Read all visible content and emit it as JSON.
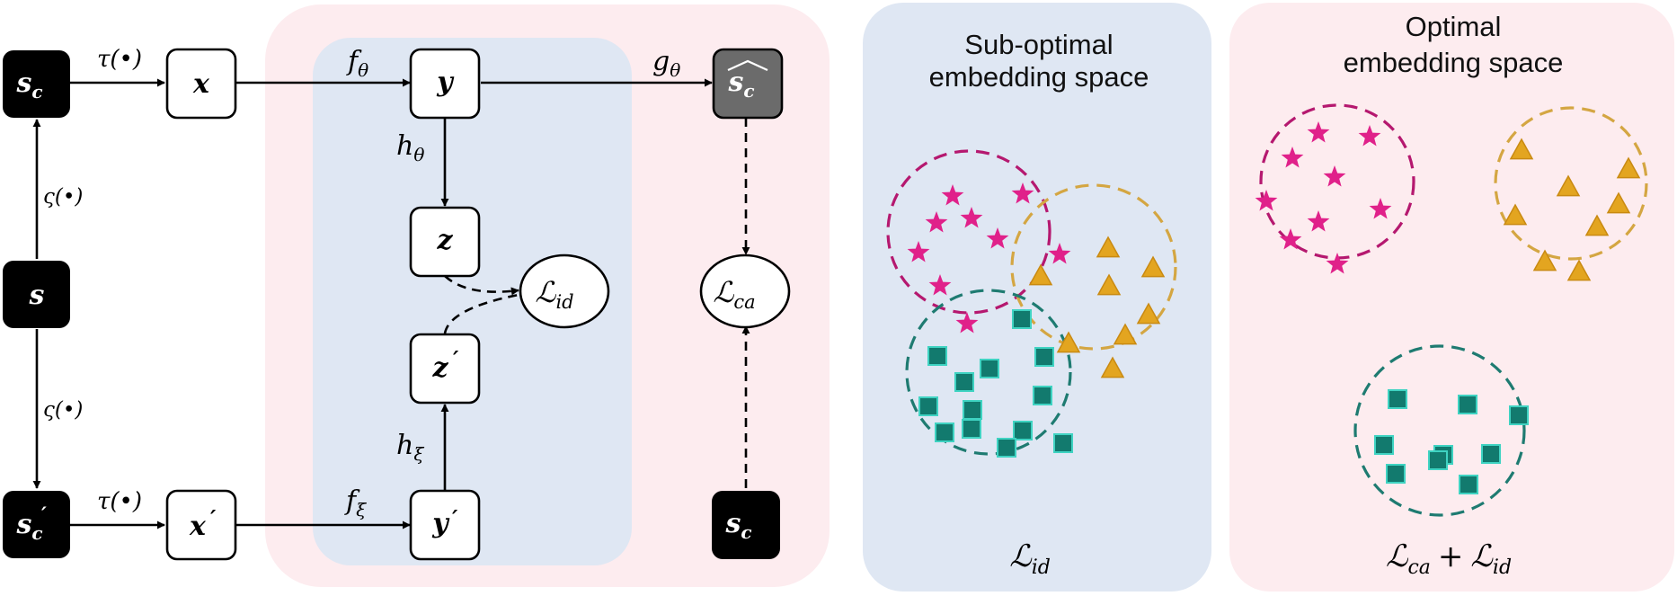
{
  "colors": {
    "pink_region": "#fdecef",
    "blue_region": "#dfe7f3",
    "magenta": "#e0218a",
    "magenta_ring": "#b5186f",
    "gold": "#e3a520",
    "gold_ring": "#d4a642",
    "teal": "#127a6e",
    "teal_ring": "#1e7b71",
    "teal_stroke": "#3fd3c2",
    "node_black": "#000000",
    "node_gray": "#6b6b6b"
  },
  "left_diagram": {
    "nodes": {
      "s_c": {
        "base": "s",
        "sub": "c"
      },
      "s": {
        "base": "s"
      },
      "s_c_prime": {
        "base": "s",
        "sub": "c",
        "prime": "′"
      },
      "x": {
        "base": "x"
      },
      "x_prime": {
        "base": "x",
        "prime": "′"
      },
      "y": {
        "base": "y"
      },
      "y_prime": {
        "base": "y",
        "prime": "′"
      },
      "z": {
        "base": "z"
      },
      "z_prime": {
        "base": "z",
        "prime": "′"
      },
      "s_c_hat": {
        "base": "s",
        "sub": "c",
        "hat": "^"
      },
      "s_c_target": {
        "base": "s",
        "sub": "c"
      }
    },
    "edge_labels": {
      "tau_top": "τ(•)",
      "tau_bottom": "τ(•)",
      "c_top": "ς(•)",
      "c_bottom": "ς(•)",
      "f_theta": {
        "base": "f",
        "sub": "θ"
      },
      "f_xi": {
        "base": "f",
        "sub": "ξ"
      },
      "g_theta": {
        "base": "g",
        "sub": "θ"
      },
      "h_theta": {
        "base": "h",
        "sub": "θ"
      },
      "h_xi": {
        "base": "h",
        "sub": "ξ"
      }
    },
    "losses": {
      "l_id": {
        "base": "ℒ",
        "sub": "id"
      },
      "l_ca": {
        "base": "ℒ",
        "sub": "ca"
      }
    }
  },
  "suboptimal_panel": {
    "title_line1": "Sub-optimal",
    "title_line2": "embedding space",
    "loss": {
      "base": "ℒ",
      "sub": "id"
    }
  },
  "optimal_panel": {
    "title_line1": "Optimal",
    "title_line2": "embedding space",
    "loss": {
      "a": "ℒ",
      "a_sub": "ca",
      "plus": "+",
      "b": "ℒ",
      "b_sub": "id"
    }
  },
  "marker_shapes": {
    "class_a": "star-icon",
    "class_b": "triangle-icon",
    "class_c": "square-icon"
  }
}
